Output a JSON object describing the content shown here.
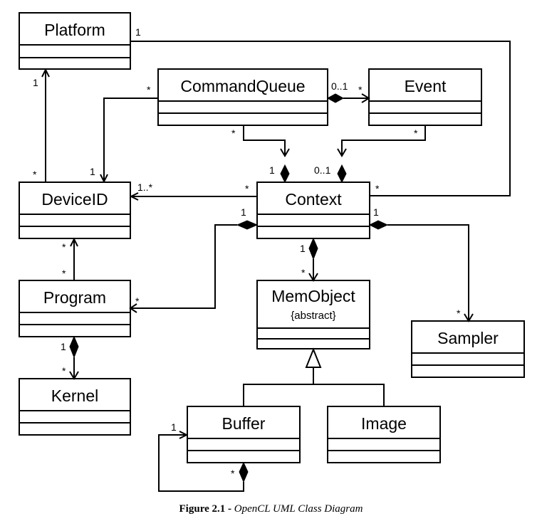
{
  "classes": {
    "platform": {
      "name": "Platform"
    },
    "command_queue": {
      "name": "CommandQueue"
    },
    "event": {
      "name": "Event"
    },
    "device_id": {
      "name": "DeviceID"
    },
    "context": {
      "name": "Context"
    },
    "program": {
      "name": "Program"
    },
    "mem_object": {
      "name": "MemObject",
      "stereotype": "{abstract}"
    },
    "sampler": {
      "name": "Sampler"
    },
    "kernel": {
      "name": "Kernel"
    },
    "buffer": {
      "name": "Buffer"
    },
    "image": {
      "name": "Image"
    }
  },
  "multiplicities": {
    "platform_context_platform_end": "1",
    "platform_context_context_end": "*",
    "deviceid_platform_platform_end": "1",
    "deviceid_platform_deviceid_end": "*",
    "queue_deviceid_queue_end": "*",
    "queue_deviceid_deviceid_end": "1",
    "queue_event_queue_end": "0..1",
    "queue_event_event_end": "*",
    "queue_context_queue_end": "*",
    "queue_context_context_end": "1",
    "event_context_event_end": "*",
    "event_context_context_end": "0..1",
    "context_deviceid_context_end": "*",
    "context_deviceid_deviceid_end": "1..*",
    "program_context_program_end": "*",
    "program_context_context_end": "1",
    "memobject_context_context_end": "1",
    "memobject_context_memobject_end": "*",
    "sampler_context_context_end": "1",
    "sampler_context_sampler_end": "*",
    "program_deviceid_deviceid_end": "*",
    "program_deviceid_program_end": "*",
    "kernel_program_program_end": "1",
    "kernel_program_kernel_end": "*",
    "buffer_self_loop_top": "1",
    "buffer_self_loop_bottom": "*"
  },
  "caption": {
    "label": "Figure 2.1 -",
    "title": "OpenCL UML Class Diagram"
  }
}
